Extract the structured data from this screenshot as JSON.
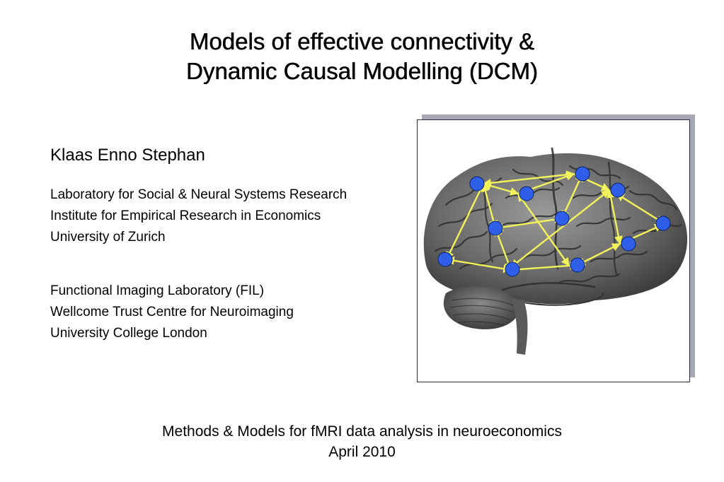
{
  "title": {
    "line1": "Models of effective connectivity &",
    "line2": "Dynamic Causal Modelling (DCM)"
  },
  "author": "Klaas Enno Stephan",
  "affiliations_zurich": [
    "Laboratory for Social & Neural Systems Research",
    "Institute for Empirical Research in Economics",
    "University of Zurich"
  ],
  "affiliations_london": [
    "Functional Imaging Laboratory (FIL)",
    "Wellcome Trust Centre for Neuroimaging",
    "University College London"
  ],
  "footer": {
    "line1": "Methods & Models for fMRI data analysis in neuroeconomics",
    "line2": "April 2010"
  },
  "colors": {
    "node": "#2f5fe8",
    "arrow": "#f2f25a",
    "brain": "#6e6e6e"
  }
}
